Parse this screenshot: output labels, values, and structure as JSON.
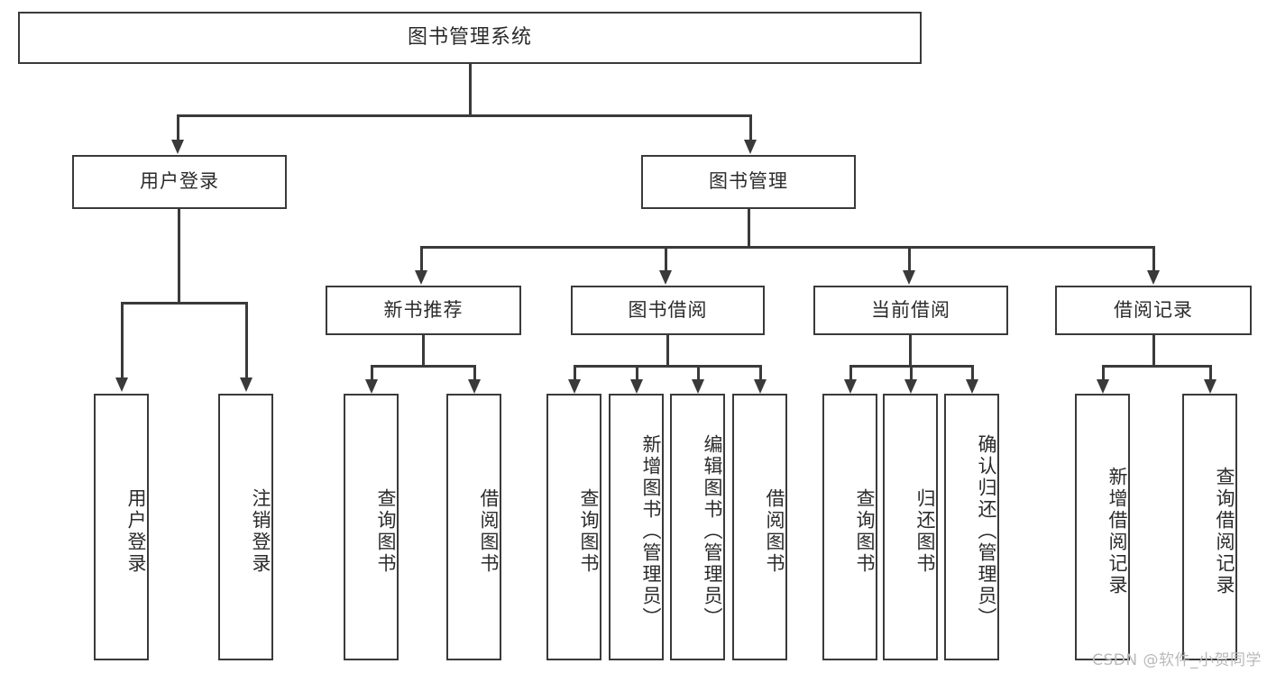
{
  "diagram": {
    "title": "图书管理系统",
    "root": {
      "label": "图书管理系统"
    },
    "level1": [
      {
        "label": "用户登录"
      },
      {
        "label": "图书管理"
      }
    ],
    "level2": [
      {
        "label": "新书推荐"
      },
      {
        "label": "图书借阅"
      },
      {
        "label": "当前借阅"
      },
      {
        "label": "借阅记录"
      }
    ],
    "leaves_user_login": [
      {
        "label": "用户登录"
      },
      {
        "label": "注销登录"
      }
    ],
    "leaves_new_book": [
      {
        "label": "查询图书"
      },
      {
        "label": "借阅图书"
      }
    ],
    "leaves_borrow": [
      {
        "label": "查询图书"
      },
      {
        "label": "新增图书（管理员）"
      },
      {
        "label": "编辑图书（管理员）"
      },
      {
        "label": "借阅图书"
      }
    ],
    "leaves_current": [
      {
        "label": "查询图书"
      },
      {
        "label": "归还图书"
      },
      {
        "label": "确认归还（管理员）"
      }
    ],
    "leaves_record": [
      {
        "label": "新增借阅记录"
      },
      {
        "label": "查询借阅记录"
      }
    ],
    "watermark": "CSDN @软件_小贺同学",
    "colors": {
      "border": "#3a3a3a",
      "text": "#2b2b2b",
      "background": "#ffffff",
      "watermark": "#b9b9b9"
    }
  }
}
